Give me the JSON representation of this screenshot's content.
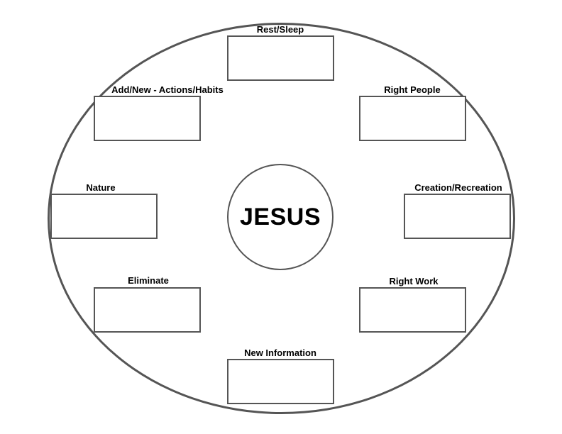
{
  "center": {
    "label": "JESUS"
  },
  "nodes": [
    {
      "label": "Rest/Sleep"
    },
    {
      "label": "Add/New - Actions/Habits"
    },
    {
      "label": "Right People"
    },
    {
      "label": "Nature"
    },
    {
      "label": "Creation/Recreation"
    },
    {
      "label": "Eliminate"
    },
    {
      "label": "Right Work"
    },
    {
      "label": "New Information"
    }
  ],
  "colors": {
    "stroke": "#555555",
    "text": "#000000",
    "background": "#ffffff"
  }
}
